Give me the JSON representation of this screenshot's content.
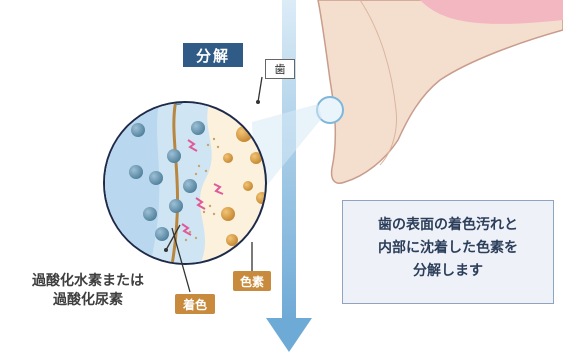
{
  "labels": {
    "decompose": "分解",
    "tooth": "歯",
    "chemical_line1": "過酸化水素または",
    "chemical_line2": "過酸化尿素",
    "stain": "着色",
    "pigment": "色素"
  },
  "message": {
    "line1": "歯の表面の着色汚れと",
    "line2": "内部に沈着した色素を",
    "line3": "分解します"
  },
  "colors": {
    "arrow": "#7fb6dc",
    "enamel": "#fbf1dc",
    "pigment_particle": "#d69a3e",
    "oxidant_particle": "#5f8fab",
    "label_box": "#2f5b86",
    "tag": "#c88a3c"
  }
}
